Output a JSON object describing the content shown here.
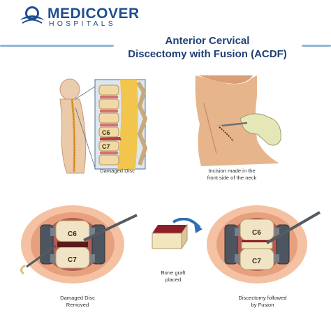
{
  "brand": {
    "name": "MEDICOVER",
    "subtitle": "HOSPITALS"
  },
  "title": {
    "line1": "Anterior Cervical",
    "line2": "Discectomy with Fusion (ACDF)"
  },
  "panels": {
    "damaged_disc": {
      "caption": "Damaged Disc",
      "labels": {
        "c6": "C6",
        "c7": "C7"
      }
    },
    "incision": {
      "caption_line1": "Incision made in the",
      "caption_line2": "front side of the neck"
    },
    "disc_removed": {
      "caption_line1": "Damaged Disc",
      "caption_line2": "Removed",
      "labels": {
        "c6": "C6",
        "c7": "C7"
      }
    },
    "bone_graft": {
      "caption_line1": "Bone graft",
      "caption_line2": "placed"
    },
    "fusion": {
      "caption_line1": "Discectomy followed",
      "caption_line2": "by Fusion",
      "labels": {
        "c6": "C6",
        "c7": "C7"
      }
    }
  },
  "colors": {
    "brand_blue": "#1f4f8f",
    "rule_blue": "#8fb6d8",
    "skin": "#e7b58c",
    "bone": "#f3e2b8",
    "tissue": "#e7a07e"
  }
}
